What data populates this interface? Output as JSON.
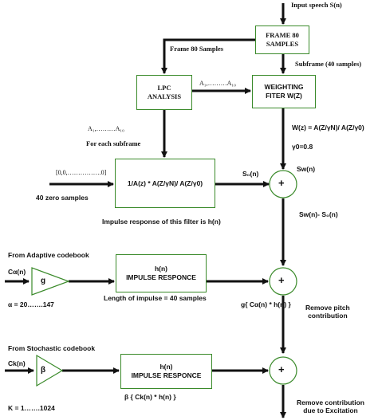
{
  "input_speech": "Input speech S(n)",
  "frame_box": {
    "line1": "FRAME 80",
    "line2": "SAMPLES"
  },
  "frame_80_samples": "Frame 80 Samples",
  "subframe": "Subframe (40 samples)",
  "lpc_box": {
    "line1": "LPC",
    "line2": "ANALYSIS"
  },
  "a_coeffs_top": "A₁,………A₁₀",
  "weighting_box": {
    "line1": "WEIGHTING",
    "line2": "FITER W(Z)"
  },
  "a_coeffs_left": "A₁,………A₁₀",
  "for_each_subframe": "For each subframe",
  "w_formula": "W(z) = A(Z/γN)/ A(Z/γ0)",
  "gamma0": "γ0=0.8",
  "zeros_vector": "[0,0,…………….0]",
  "zero_samples": "40 zero samples",
  "filter_box": "1/A(z) * A(Z/γN)/ A(Z/γ0)",
  "s0n": "S₀(n)",
  "swn": "Sw(n)",
  "sum_symbol": "+",
  "impulse_note": "Impulse response of this filter is h(n)",
  "sw_minus_s0": "Sw(n)- S₀(n)",
  "from_adaptive": "From Adaptive codebook",
  "c_alpha_n": "Cα(n)",
  "gain_g": "g",
  "impulse_box_1": {
    "line1": "h(n)",
    "line2": "IMPULSE RESPONCE"
  },
  "alpha_range": "α = 20…….147",
  "length_impulse": "Length of impulse = 40 samples",
  "g_conv": "g{ Cα(n) * h(n) }",
  "remove_pitch": {
    "line1": "Remove pitch",
    "line2": "contribution"
  },
  "from_stochastic": "From Stochastic codebook",
  "c_k_n": "Ck(n)",
  "gain_beta": "β",
  "impulse_box_2": {
    "line1": "h(n)",
    "line2": "IMPULSE RESPONCE"
  },
  "k_range": "K = 1…….1024",
  "beta_conv": "β { Ck(n) * h(n) }",
  "remove_excitation": {
    "line1": "Remove contribution",
    "line2": "due to Excitation"
  },
  "colors": {
    "box_border": "#3a8a2a",
    "line": "#111111"
  }
}
